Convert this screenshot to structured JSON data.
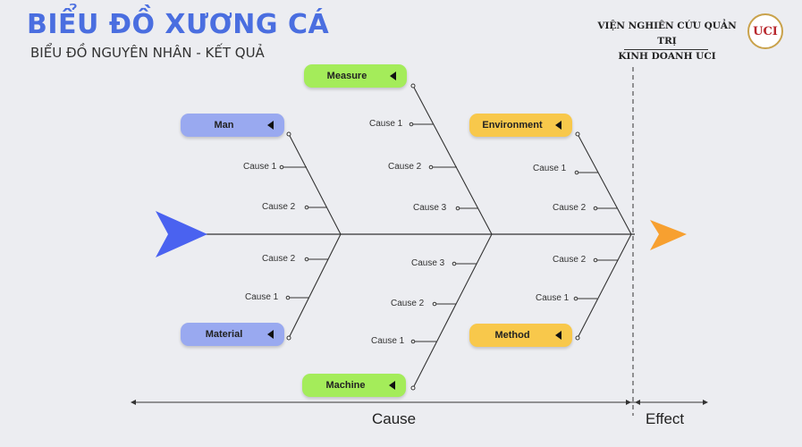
{
  "header": {
    "title": "BIỂU ĐỒ XƯƠNG CÁ",
    "subtitle": "BIỂU ĐỒ NGUYÊN NHÂN - KẾT QUẢ",
    "institute_line1": "VIỆN NGHIÊN CỨU QUẢN TRỊ",
    "institute_line2": "KINH DOANH UCI",
    "logo_text": "UCI"
  },
  "categories": {
    "man": "Man",
    "measure": "Measure",
    "environment": "Environment",
    "material": "Material",
    "machine": "Machine",
    "method": "Method"
  },
  "causes": {
    "man": [
      "Cause 1",
      "Cause 2"
    ],
    "measure": [
      "Cause 1",
      "Cause 2",
      "Cause 3"
    ],
    "environment": [
      "Cause 1",
      "Cause 2"
    ],
    "material": [
      "Cause 2",
      "Cause 1"
    ],
    "machine": [
      "Cause 3",
      "Cause 2",
      "Cause 1"
    ],
    "method": [
      "Cause 2",
      "Cause 1"
    ]
  },
  "footer": {
    "cause_label": "Cause",
    "effect_label": "Effect"
  },
  "colors": {
    "blue": "#99a9f0",
    "green": "#a4ec5a",
    "yellow": "#f8c84b",
    "head_arrow": "#4a62f0",
    "effect_arrow": "#f7a030"
  },
  "icons": {
    "pill_marker": "left-triangle-icon",
    "head": "arrowhead-icon",
    "effect": "arrowhead-icon"
  }
}
